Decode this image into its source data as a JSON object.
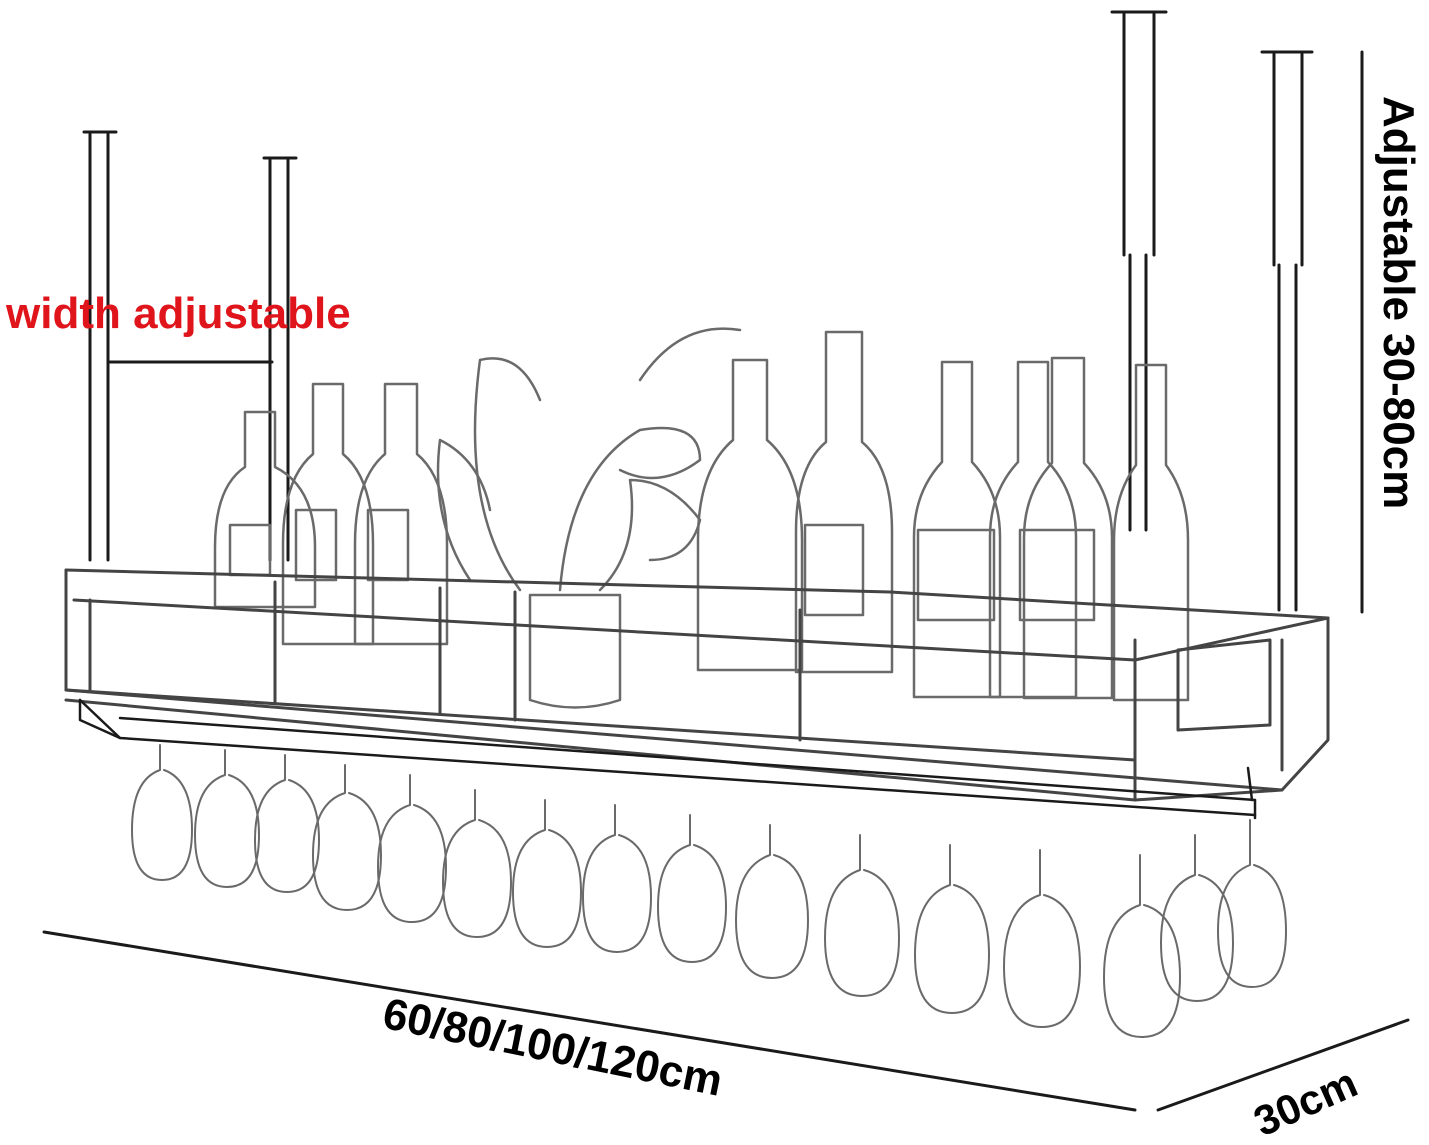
{
  "labels": {
    "width_adjustable": "width adjustable",
    "height_adjustable": "Adjustable 30-80cm",
    "length_options": "60/80/100/120cm",
    "depth": "30cm"
  },
  "colors": {
    "accent": "#e0141b",
    "line": "#1a1a1a",
    "sketch": "#6a6a6a",
    "background": "#ffffff"
  }
}
